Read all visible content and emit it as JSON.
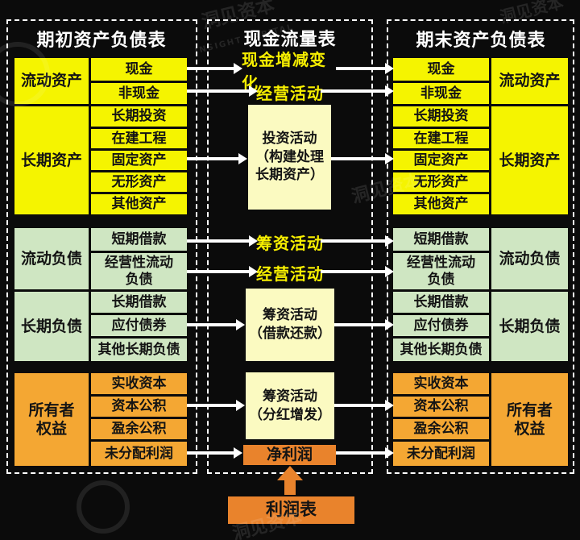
{
  "panels": {
    "beginning": {
      "title": "期初资产负债表"
    },
    "cash_flow": {
      "title": "现金流量表"
    },
    "ending": {
      "title": "期末资产负债表"
    }
  },
  "balance_sheet": {
    "groups": {
      "current_assets": "流动资产",
      "long_term_assets": "长期资产",
      "current_liabilities": "流动负债",
      "long_term_liabilities": "长期负债",
      "owners_equity": "所有者权益"
    },
    "items": {
      "cash": "现金",
      "non_cash": "非现金",
      "long_term_investment": "长期投资",
      "construction_in_progress": "在建工程",
      "fixed_assets": "固定资产",
      "intangible_assets": "无形资产",
      "other_assets": "其他资产",
      "short_term_borrowings": "短期借款",
      "operating_current_liabilities": "经营性流动负债",
      "long_term_borrowings": "长期借款",
      "bonds_payable": "应付债券",
      "other_long_term_liabilities": "其他长期负债",
      "paid_in_capital": "实收资本",
      "capital_reserve": "资本公积",
      "surplus_reserve": "盈余公积",
      "undistributed_profit": "未分配利润"
    }
  },
  "cash_flow": {
    "cash_change": "现金增减变化",
    "operating_top": "经营活动",
    "investing_box": "投资活动\n（构建处理\n长期资产）",
    "financing_label": "筹资活动",
    "operating_mid": "经营活动",
    "financing_borrow_box": "筹资活动\n（借款还款）",
    "financing_dividend_box": "筹资活动\n（分红增发）",
    "net_profit": "净利润",
    "income_statement": "利润表"
  },
  "watermark": {
    "name": "洞见资本",
    "latin": "INSIGHT CAPITAL"
  },
  "colors": {
    "background": "#0b0b0b",
    "asset_yellow": "#f5f400",
    "liability_green": "#cfe6c2",
    "equity_amber": "#f4a733",
    "profit_orange": "#e9832c",
    "flow_box_pale_yellow": "#fbfac1",
    "flow_text_yellow": "#f7ef00",
    "line_white": "#ffffff"
  }
}
